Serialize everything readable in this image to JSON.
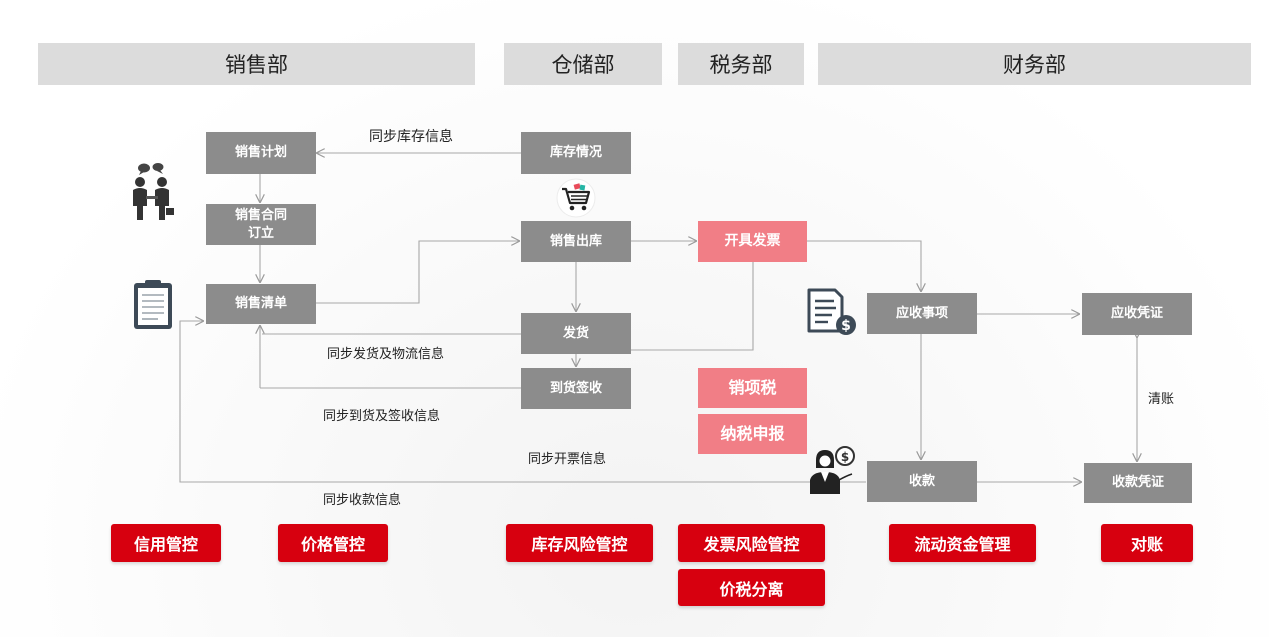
{
  "departments": {
    "sales": "销售部",
    "warehouse": "仓储部",
    "tax": "税务部",
    "finance": "财务部"
  },
  "boxes": {
    "sales_plan": "销售计划",
    "sales_contract": "销售合同\n订立",
    "sales_list": "销售清单",
    "inventory_status": "库存情况",
    "sales_outbound": "销售出库",
    "shipping": "发货",
    "delivery_receipt": "到货签收",
    "issue_invoice": "开具发票",
    "output_tax": "销项税",
    "tax_filing": "纳税申报",
    "receivable_items": "应收事项",
    "receivable_voucher": "应收凭证",
    "collection": "收款",
    "collection_voucher": "收款凭证"
  },
  "labels": {
    "sync_inventory": "同步库存信息",
    "sync_shipping": "同步发货及物流信息",
    "sync_delivery": "同步到货及签收信息",
    "sync_invoice": "同步开票信息",
    "sync_collection": "同步收款信息",
    "settle": "清账"
  },
  "controls": {
    "credit": "信用管控",
    "price": "价格管控",
    "inventory_risk": "库存风险管控",
    "invoice_risk": "发票风险管控",
    "price_tax_separation": "价税分离",
    "cash_flow": "流动资金管理",
    "reconciliation": "对账"
  },
  "colors": {
    "gray_box": "#8c8c8c",
    "pink_box": "#f17e86",
    "red_button": "#d7000f",
    "dept_header": "#dcdcdc"
  },
  "icons": [
    "business-people-icon",
    "clipboard-icon",
    "shopping-cart-icon",
    "invoice-dollar-icon",
    "cashier-woman-icon"
  ]
}
